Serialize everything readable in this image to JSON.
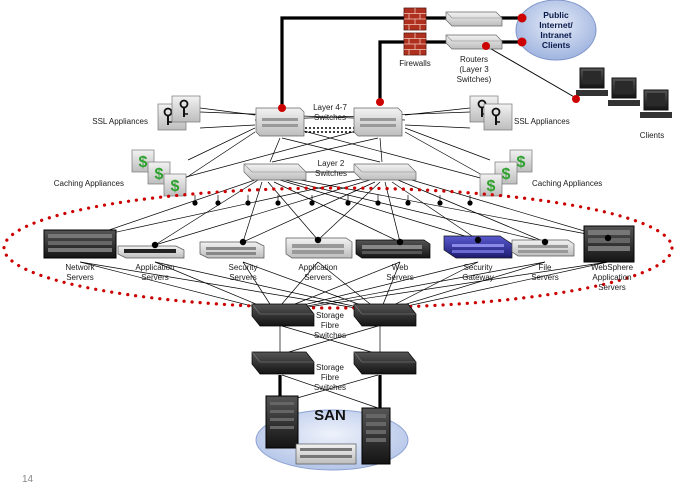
{
  "slide_number": "14",
  "labels": {
    "cloud": [
      "Public",
      "Internet/",
      "Intranet",
      "Clients"
    ],
    "firewalls": "Firewalls",
    "routers": [
      "Routers",
      "(Layer 3",
      "Switches)"
    ],
    "clients": "Clients",
    "l47": [
      "Layer 4-7",
      "Switches"
    ],
    "ssl_left": "SSL Appliances",
    "ssl_right": "SSL Appliances",
    "l2": [
      "Layer 2",
      "Switches"
    ],
    "cache_left": "Caching Appliances",
    "cache_right": "Caching Appliances",
    "storage1": [
      "Storage",
      "Fibre",
      "Switches"
    ],
    "storage2": [
      "Storage",
      "Fibre",
      "Switches"
    ],
    "san": "SAN"
  },
  "servers": [
    {
      "id": "network",
      "lines": [
        "Network",
        "Servers"
      ]
    },
    {
      "id": "application",
      "lines": [
        "Application",
        "Servers"
      ]
    },
    {
      "id": "security",
      "lines": [
        "Security",
        "Servers"
      ]
    },
    {
      "id": "application2",
      "lines": [
        "Application",
        "Servers"
      ]
    },
    {
      "id": "web",
      "lines": [
        "Web",
        "Servers"
      ]
    },
    {
      "id": "security-gateway",
      "lines": [
        "Security",
        "Gateway"
      ]
    },
    {
      "id": "file",
      "lines": [
        "File",
        "Servers"
      ]
    },
    {
      "id": "websphere",
      "lines": [
        "WebSphere",
        "Application",
        "Servers"
      ]
    }
  ],
  "colors": {
    "connector_dot": "#cc0000",
    "server_dot": "#000000",
    "firewall": "#b03020",
    "cloud_fill": "#c7d5ee",
    "dotted_ellipse": "#cc0000"
  }
}
